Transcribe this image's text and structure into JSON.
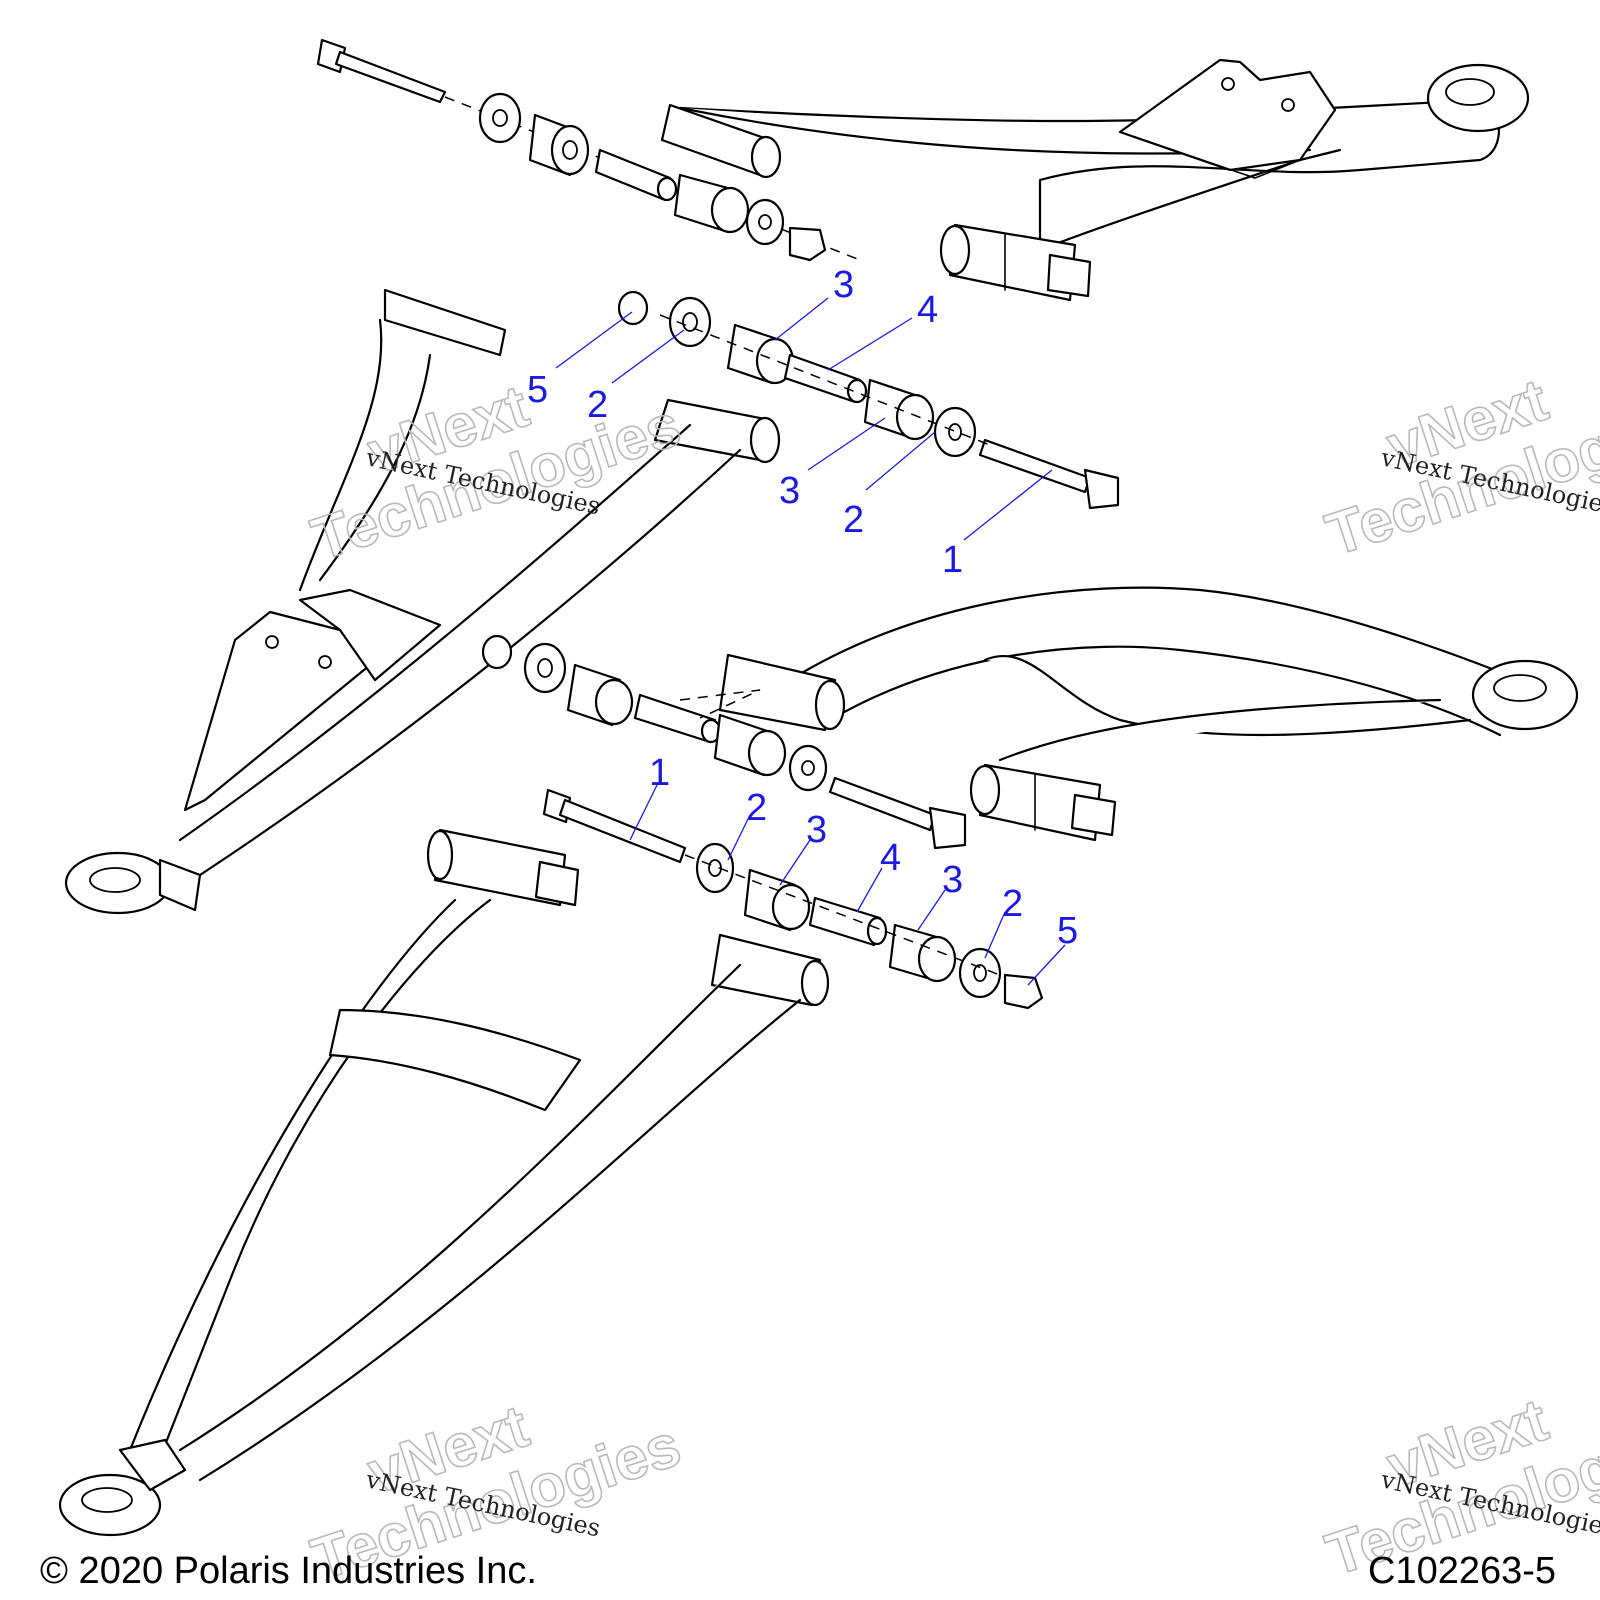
{
  "diagram": {
    "copyright": "© 2020 Polaris Industries Inc.",
    "drawing_id": "C102263-5",
    "watermark": {
      "large_line1": "vNext",
      "large_line2": "Technologies",
      "small": "vNext Technologies"
    },
    "callouts": {
      "upper_group": [
        "5",
        "2",
        "3",
        "4",
        "3",
        "2",
        "1"
      ],
      "lower_group": [
        "1",
        "2",
        "3",
        "4",
        "3",
        "2",
        "5"
      ]
    },
    "colors": {
      "line_art": "#000000",
      "callout": "#1a1ae0",
      "watermark": "#b9b9b9"
    }
  }
}
